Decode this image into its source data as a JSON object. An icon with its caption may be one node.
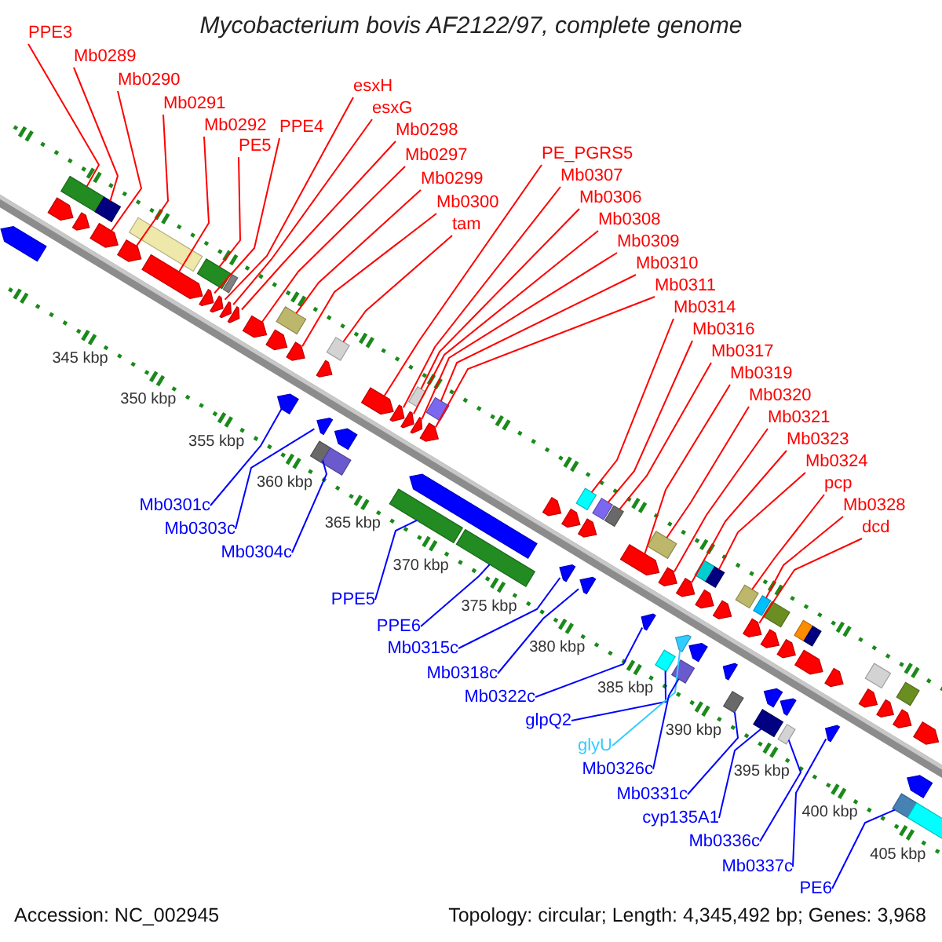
{
  "diagram": {
    "title": "Mycobacterium bovis AF2122/97, complete genome",
    "nodes": [
      {
        "text": [
          "PPE3"
        ]
      },
      {
        "text": [
          "Mb0289"
        ]
      },
      {
        "text": [
          "Mb0290"
        ]
      },
      {
        "text": [
          "Mb0291"
        ]
      },
      {
        "text": [
          "Mb0292"
        ]
      },
      {
        "text": [
          "PE5"
        ]
      },
      {
        "text": [
          "PPE4"
        ]
      },
      {
        "text": [
          "esxH"
        ]
      },
      {
        "text": [
          "esxG"
        ]
      },
      {
        "text": [
          "Mb0298"
        ]
      },
      {
        "text": [
          "Mb0297"
        ]
      },
      {
        "text": [
          "Mb0299"
        ]
      },
      {
        "text": [
          "Mb0300"
        ]
      },
      {
        "text": [
          "tam"
        ]
      },
      {
        "text": [
          "Mb0308"
        ]
      },
      {
        "text": [
          "Mb0307"
        ]
      },
      {
        "text": [
          "Mb0306"
        ]
      },
      {
        "text": [
          "PE_PGRS5"
        ]
      },
      {
        "text": [
          "Mb0309"
        ]
      },
      {
        "text": [
          "Mb0310"
        ]
      },
      {
        "text": [
          "Mb0311"
        ]
      },
      {
        "text": [
          "Mb0314"
        ]
      },
      {
        "text": [
          "Mb0316"
        ]
      },
      {
        "text": [
          "Mb0317"
        ]
      },
      {
        "text": [
          "Mb0319"
        ]
      },
      {
        "text": [
          "Mb0320"
        ]
      },
      {
        "text": [
          "Mb0321"
        ]
      },
      {
        "text": [
          "Mb0323"
        ]
      },
      {
        "text": [
          "Mb0324"
        ]
      },
      {
        "text": [
          "pcp"
        ]
      },
      {
        "text": [
          "Mb0328"
        ]
      },
      {
        "text": [
          "dcd"
        ]
      },
      {
        "text": [
          "Mb0301c"
        ]
      },
      {
        "text": [
          "Mb0303c"
        ]
      },
      {
        "text": [
          "Mb0304c"
        ]
      },
      {
        "text": [
          "PPE5"
        ]
      },
      {
        "text": [
          "PPE6"
        ]
      },
      {
        "text": [
          "Mb0315c"
        ]
      },
      {
        "text": [
          "Mb0318c"
        ]
      },
      {
        "text": [
          "Mb0322c"
        ]
      },
      {
        "text": [
          "glpQ2"
        ]
      },
      {
        "text": [
          "glyU"
        ]
      },
      {
        "text": [
          "Mb0326c"
        ]
      },
      {
        "text": [
          "Mb0331c"
        ]
      },
      {
        "text": [
          "cyp135A1"
        ]
      },
      {
        "text": [
          "Mb0336c"
        ]
      },
      {
        "text": [
          "Mb0337c"
        ]
      },
      {
        "text": [
          "PE6"
        ]
      },
      {
        "text": [],
        "shape": "bar"
      },
      {
        "text": [],
        "shape": "bar"
      },
      {
        "text": [],
        "shape": "bar"
      },
      {
        "text": [],
        "shape": "bar"
      },
      {
        "text": [],
        "shape": "bar"
      },
      {
        "text": [],
        "shape": "bar"
      },
      {
        "text": [],
        "shape": "bar"
      },
      {
        "text": [],
        "shape": "bar"
      },
      {
        "text": [],
        "shape": "bar"
      },
      {
        "text": [],
        "shape": "bar"
      },
      {
        "text": [],
        "shape": "bar"
      },
      {
        "text": [],
        "shape": "bar"
      },
      {
        "text": [],
        "shape": "bar"
      },
      {
        "text": [],
        "shape": "bar"
      },
      {
        "text": [],
        "shape": "bar"
      },
      {
        "text": [],
        "shape": "bar"
      },
      {
        "text": [],
        "shape": "bar"
      },
      {
        "text": [],
        "shape": "bar"
      },
      {
        "text": [],
        "shape": "bar"
      },
      {
        "text": [],
        "shape": "bar"
      },
      {
        "text": [],
        "shape": "bar"
      },
      {
        "text": [],
        "shape": "bar"
      },
      {
        "text": [],
        "shape": "bar"
      },
      {
        "text": [],
        "shape": "bar"
      },
      {
        "text": [],
        "shape": "bar"
      },
      {
        "text": [],
        "shape": "bar"
      },
      {
        "text": [],
        "shape": "bar"
      },
      {
        "text": [],
        "shape": "bar"
      },
      {
        "text": [],
        "shape": "bar"
      },
      {
        "text": [],
        "shape": "bar"
      },
      {
        "text": [],
        "shape": "bar"
      },
      {
        "text": [],
        "shape": "bar"
      },
      {
        "text": [],
        "shape": "bar"
      },
      {
        "text": [],
        "shape": "bar"
      },
      {
        "text": [],
        "shape": "bar"
      },
      {
        "text": [],
        "shape": "bar"
      },
      {
        "text": [],
        "shape": "bar"
      },
      {
        "text": [],
        "shape": "bar"
      },
      {
        "text": [],
        "shape": "bar"
      },
      {
        "text": [],
        "shape": "bar"
      },
      {
        "text": [],
        "shape": "bar"
      },
      {
        "text": [],
        "shape": "bar"
      },
      {
        "text": [],
        "shape": "bar"
      },
      {
        "text": [],
        "shape": "bar"
      },
      {
        "text": [],
        "shape": "bar"
      },
      {
        "text": [],
        "shape": "bar"
      },
      {
        "text": [],
        "shape": "bar"
      },
      {
        "text": [],
        "shape": "bar"
      },
      {
        "text": [],
        "shape": "bar"
      },
      {
        "text": [],
        "shape": "bar"
      },
      {
        "text": [],
        "shape": "bar"
      },
      {
        "text": [],
        "shape": "bar"
      },
      {
        "text": [],
        "shape": "bar"
      },
      {
        "text": [],
        "shape": "bar"
      },
      {
        "text": [],
        "shape": "bar"
      },
      {
        "text": [],
        "shape": "bar"
      },
      {
        "text": [],
        "shape": "bar"
      },
      {
        "text": [],
        "shape": "bar"
      },
      {
        "text": [],
        "shape": "bar"
      },
      {
        "text": [],
        "shape": "bar"
      },
      {
        "text": [],
        "shape": "bar"
      },
      {
        "text": [],
        "shape": "bar"
      },
      {
        "text": [],
        "shape": "bar"
      },
      {
        "text": [],
        "shape": "bar"
      },
      {
        "text": [],
        "shape": "bar"
      },
      {
        "text": [],
        "shape": "bar"
      },
      {
        "text": [],
        "shape": "bar"
      },
      {
        "text": [],
        "shape": "bar"
      },
      {
        "text": [],
        "shape": "bar"
      },
      {
        "text": [],
        "shape": "bar"
      },
      {
        "text": [],
        "shape": "bar"
      },
      {
        "text": [],
        "shape": "bar"
      },
      {
        "text": [],
        "shape": "bar"
      },
      {
        "text": [],
        "shape": "bar"
      },
      {
        "text": [],
        "shape": "bar"
      },
      {
        "text": [],
        "shape": "bar"
      },
      {
        "text": [],
        "shape": "bar"
      },
      {
        "text": [],
        "shape": "bar"
      },
      {
        "text": [],
        "shape": "bar"
      },
      {
        "text": [],
        "shape": "bar"
      },
      {
        "text": [],
        "shape": "bar"
      },
      {
        "text": [],
        "shape": "bar"
      },
      {
        "text": [],
        "shape": "bar"
      }
    ],
    "edges": [
      {
        "from": 0,
        "to": 50,
        "arrow": "none"
      },
      {
        "from": 1,
        "to": 52,
        "arrow": "none"
      },
      {
        "from": 2,
        "to": 53,
        "arrow": "none"
      },
      {
        "from": 3,
        "to": 54,
        "arrow": "none"
      },
      {
        "from": 4,
        "to": 56,
        "arrow": "none"
      },
      {
        "from": 5,
        "to": 57,
        "arrow": "none"
      },
      {
        "from": 6,
        "to": 58,
        "arrow": "none"
      },
      {
        "from": 7,
        "to": 60,
        "arrow": "none"
      },
      {
        "from": 8,
        "to": 61,
        "arrow": "none"
      },
      {
        "from": 9,
        "to": 62,
        "arrow": "none"
      },
      {
        "from": 10,
        "to": 63,
        "arrow": "none"
      },
      {
        "from": 11,
        "to": 64,
        "arrow": "none"
      },
      {
        "from": 12,
        "to": 66,
        "arrow": "none"
      },
      {
        "from": 13,
        "to": 68,
        "arrow": "none"
      },
      {
        "from": 14,
        "to": 77,
        "arrow": "none"
      },
      {
        "from": 15,
        "to": 75,
        "arrow": "none"
      },
      {
        "from": 16,
        "to": 76,
        "arrow": "none"
      },
      {
        "from": 17,
        "to": 74,
        "arrow": "none"
      },
      {
        "from": 18,
        "to": 78,
        "arrow": "none"
      },
      {
        "from": 19,
        "to": 79,
        "arrow": "none"
      },
      {
        "from": 20,
        "to": 80,
        "arrow": "none"
      },
      {
        "from": 21,
        "to": 85,
        "arrow": "none"
      },
      {
        "from": 22,
        "to": 88,
        "arrow": "none"
      },
      {
        "from": 23,
        "to": 90,
        "arrow": "none"
      },
      {
        "from": 24,
        "to": 92,
        "arrow": "none"
      },
      {
        "from": 25,
        "to": 93,
        "arrow": "none"
      },
      {
        "from": 26,
        "to": 94,
        "arrow": "none"
      },
      {
        "from": 27,
        "to": 96,
        "arrow": "none"
      },
      {
        "from": 28,
        "to": 98,
        "arrow": "none"
      },
      {
        "from": 29,
        "to": 105,
        "arrow": "none"
      },
      {
        "from": 30,
        "to": 106,
        "arrow": "none"
      },
      {
        "from": 31,
        "to": 108,
        "arrow": "none"
      },
      {
        "from": 32,
        "to": 67,
        "arrow": "none",
        "color": "#0000ff"
      },
      {
        "from": 33,
        "to": 70,
        "arrow": "none",
        "color": "#0000ff"
      },
      {
        "from": 34,
        "to": 71,
        "arrow": "none",
        "color": "#0000ff"
      },
      {
        "from": 35,
        "to": 81,
        "arrow": "none",
        "color": "#0000ff"
      },
      {
        "from": 36,
        "to": 83,
        "arrow": "none",
        "color": "#0000ff"
      },
      {
        "from": 37,
        "to": 89,
        "arrow": "none",
        "color": "#0000ff"
      },
      {
        "from": 38,
        "to": 91,
        "arrow": "none",
        "color": "#0000ff"
      },
      {
        "from": 39,
        "to": 95,
        "arrow": "none",
        "color": "#0000ff"
      },
      {
        "from": 40,
        "to": 99,
        "arrow": "none",
        "color": "#0000ff"
      },
      {
        "from": 41,
        "to": 100,
        "arrow": "none",
        "color": "#33ccff"
      },
      {
        "from": 42,
        "to": 103,
        "arrow": "none",
        "color": "#0000ff"
      },
      {
        "from": 43,
        "to": 110,
        "arrow": "none",
        "color": "#0000ff"
      },
      {
        "from": 44,
        "to": 116,
        "arrow": "none",
        "color": "#0000ff"
      },
      {
        "from": 45,
        "to": 119,
        "arrow": "none",
        "color": "#0000ff"
      },
      {
        "from": 46,
        "to": 121,
        "arrow": "none",
        "color": "#0000ff"
      },
      {
        "from": 47,
        "to": 129,
        "arrow": "none",
        "color": "#0000ff"
      }
    ],
    "labels": [
      "345 kbp",
      "350 kbp",
      "355 kbp",
      "360 kbp",
      "365 kbp",
      "370 kbp",
      "375 kbp",
      "380 kbp",
      "385 kbp",
      "390 kbp",
      "395 kbp",
      "400 kbp",
      "405 kbp",
      "Accession: NC_002945",
      "Topology: circular; Length: 4,345,492 bp; Genes: 3,968"
    ]
  }
}
